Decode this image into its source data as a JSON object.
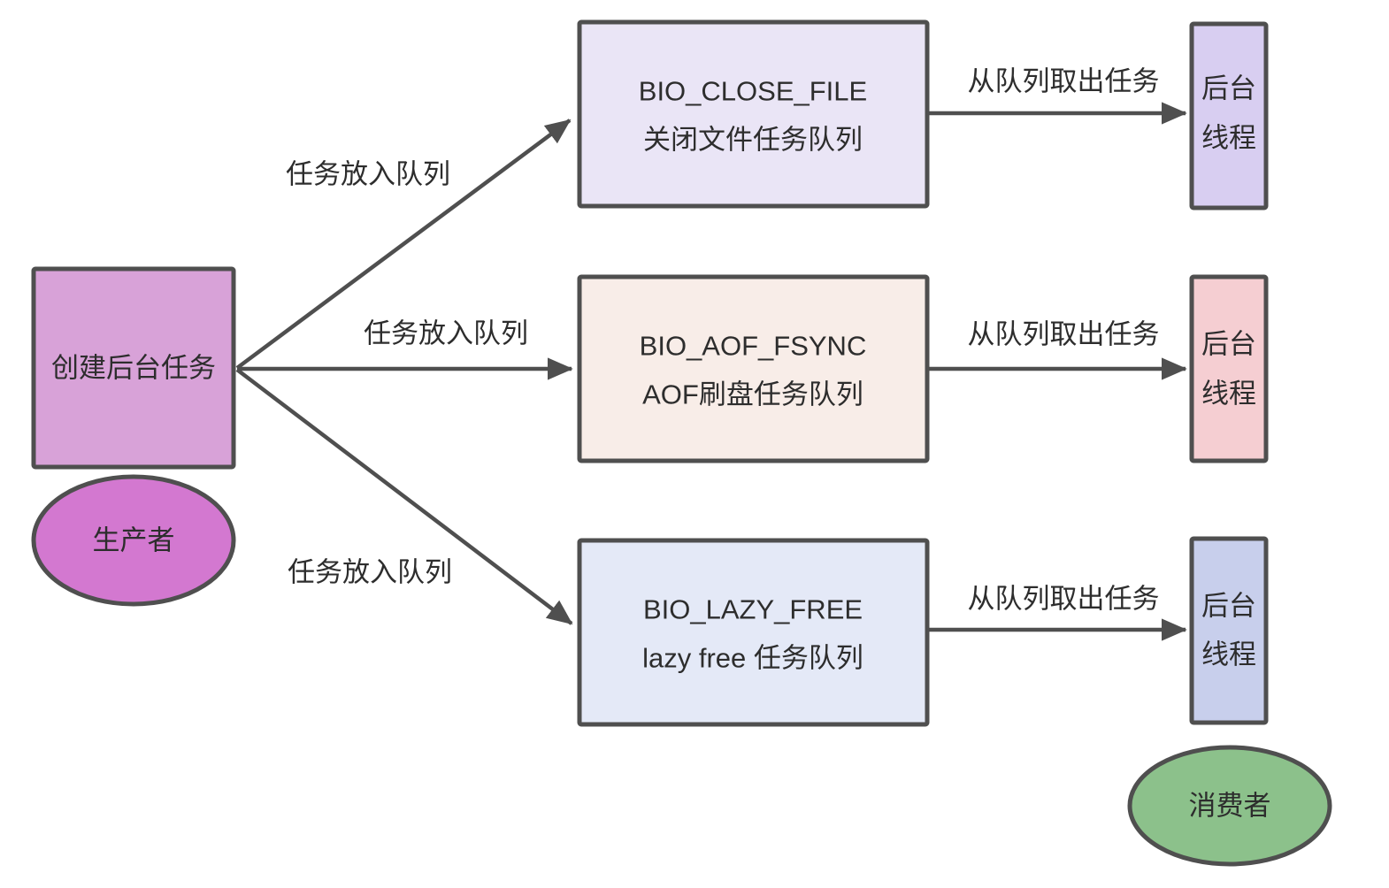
{
  "diagram": {
    "producer": {
      "box_label": "创建后台任务",
      "role_label": "生产者",
      "box_fill": "#d8a2d8",
      "ellipse_fill": "#d378d0"
    },
    "consumer": {
      "role_label": "消费者",
      "ellipse_fill": "#8cc18b"
    },
    "queues": [
      {
        "name": "BIO_CLOSE_FILE",
        "desc": "关闭文件任务队列",
        "fill": "#eae5f6"
      },
      {
        "name": "BIO_AOF_FSYNC",
        "desc": "AOF刷盘任务队列",
        "fill": "#f8ede8"
      },
      {
        "name": "BIO_LAZY_FREE",
        "desc": "lazy free 任务队列",
        "fill": "#e4e9f7"
      }
    ],
    "threads": [
      {
        "line1": "后台",
        "line2": "线程",
        "fill": "#d8cef1"
      },
      {
        "line1": "后台",
        "line2": "线程",
        "fill": "#f5ced2"
      },
      {
        "line1": "后台",
        "line2": "线程",
        "fill": "#c8cfec"
      }
    ],
    "edge_labels": {
      "enqueue": "任务放入队列",
      "dequeue": "从队列取出任务"
    },
    "colors": {
      "stroke": "#4f4f4f",
      "text": "#2d2d2d",
      "background": "#ffffff"
    }
  }
}
